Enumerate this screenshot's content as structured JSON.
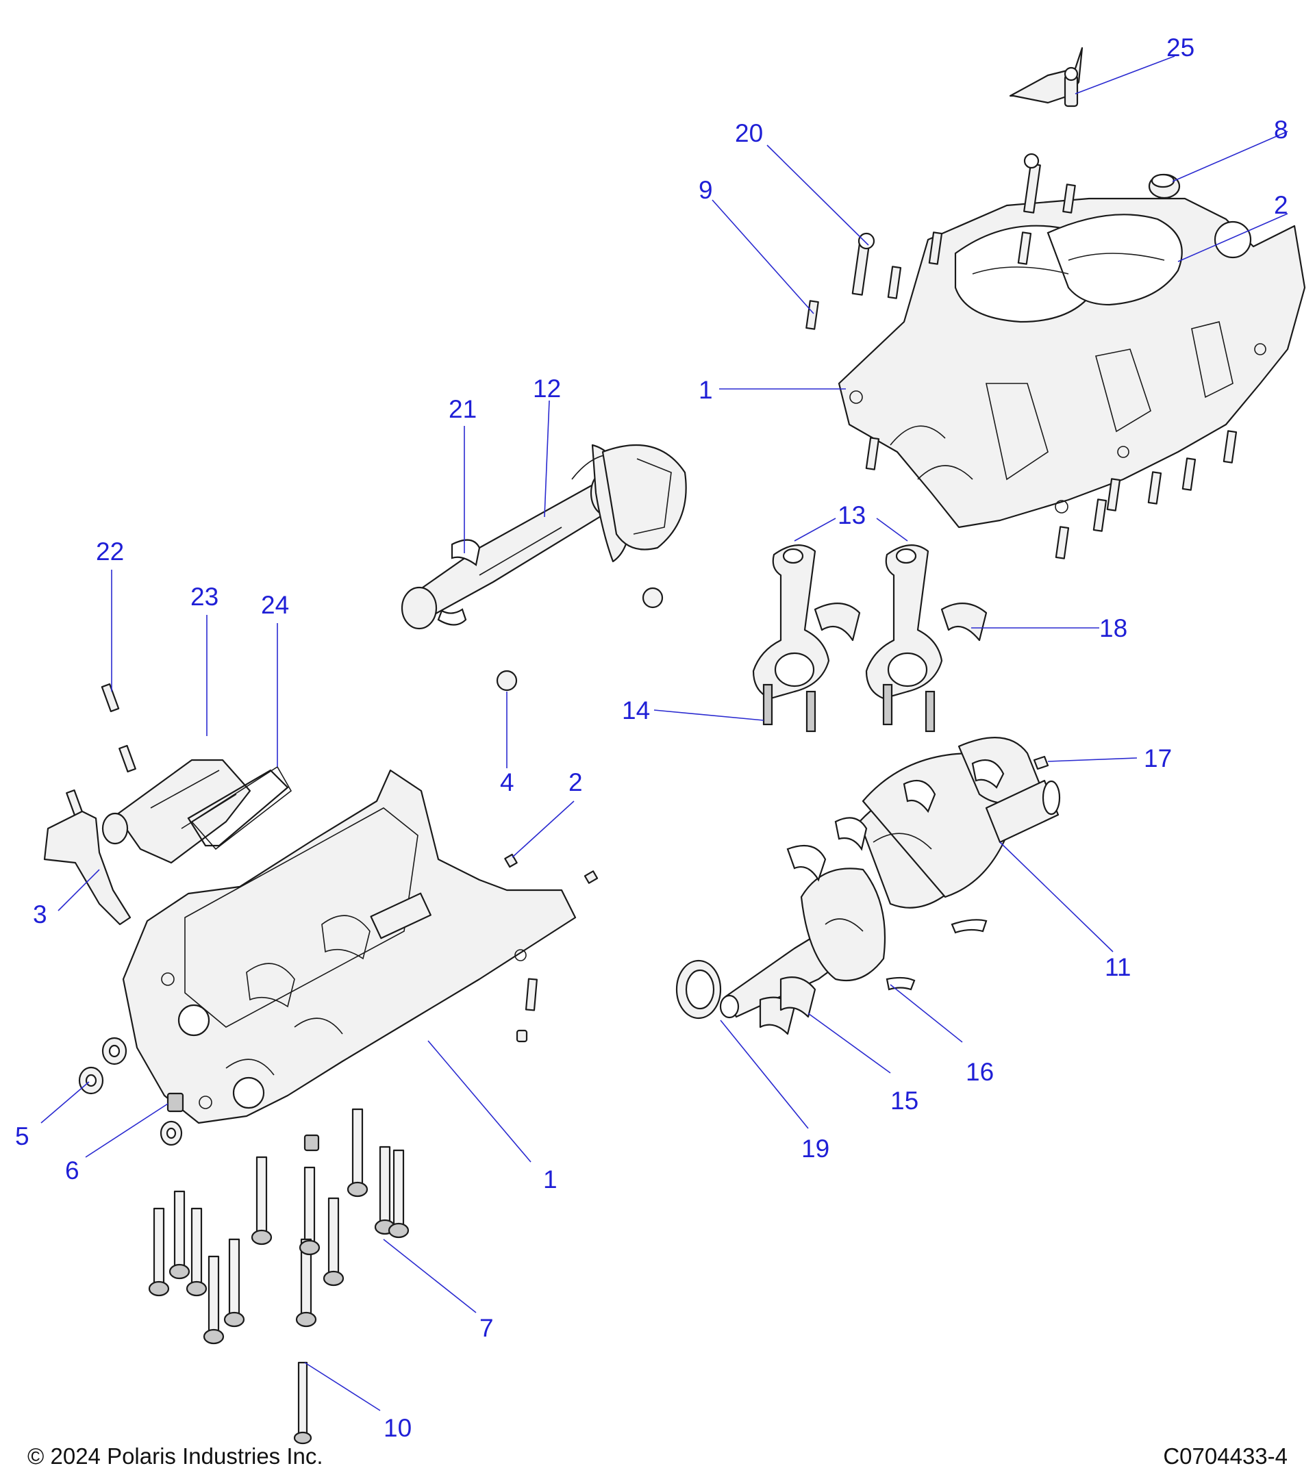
{
  "callouts": {
    "c25": "25",
    "c20": "20",
    "c8": "8",
    "c9": "9",
    "c2a": "2",
    "c1a": "1",
    "c12": "12",
    "c21": "21",
    "c13": "13",
    "c22": "22",
    "c23": "23",
    "c24": "24",
    "c18": "18",
    "c14": "14",
    "c4": "4",
    "c2b": "2",
    "c17": "17",
    "c3": "3",
    "c11": "11",
    "c16": "16",
    "c15": "15",
    "c5": "5",
    "c6": "6",
    "c19": "19",
    "c1b": "1",
    "c7": "7",
    "c10": "10"
  },
  "footer": {
    "copyright": "© 2024 Polaris Industries Inc.",
    "drawing_id": "C0704433-4"
  },
  "colors": {
    "callout": "#1f1fd6",
    "leader": "#2a2ad0",
    "part_fill": "#f2f2f2",
    "outline": "#1a1a1a"
  }
}
